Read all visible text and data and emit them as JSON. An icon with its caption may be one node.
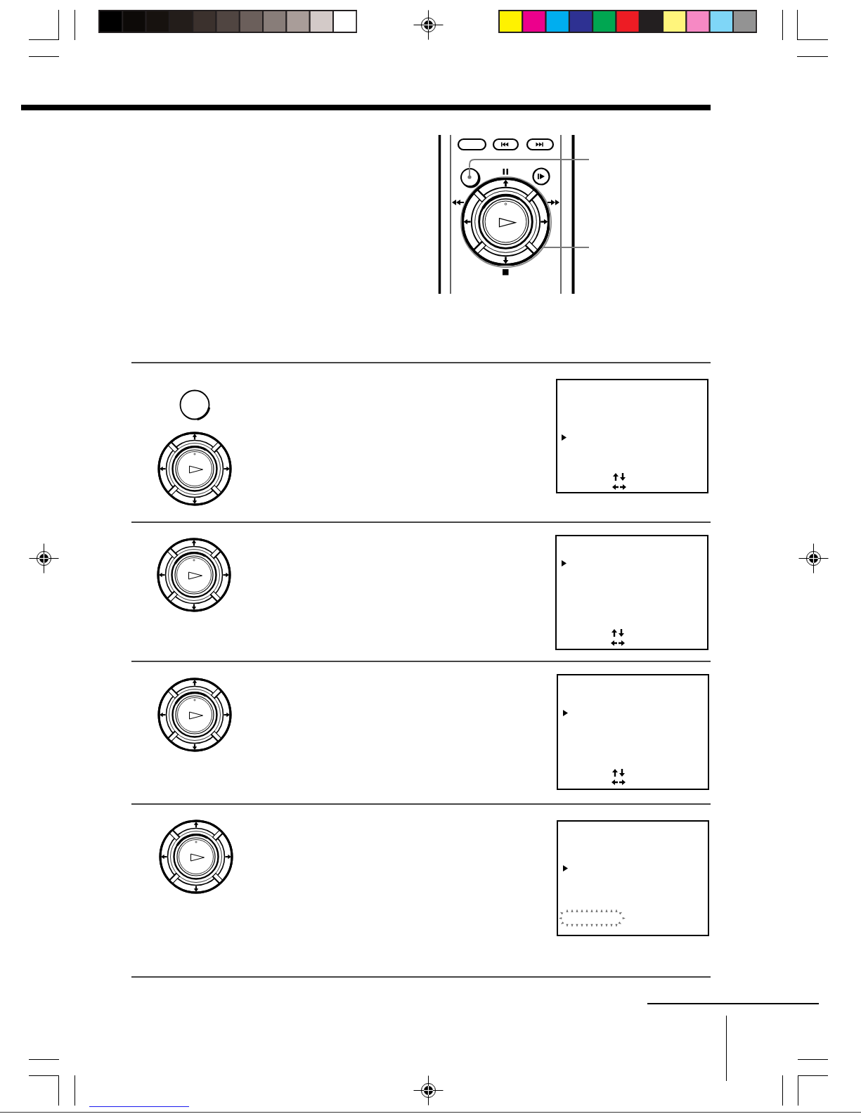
{
  "diagram": {
    "nodes": [
      {
        "text": [],
        "shape": "circle"
      },
      {
        "text": [],
        "shape": "circle"
      }
    ],
    "edges": [
      {
        "from": null,
        "to": 0,
        "arrow": "other"
      },
      {
        "from": null,
        "to": 1,
        "arrow": "none"
      }
    ]
  }
}
